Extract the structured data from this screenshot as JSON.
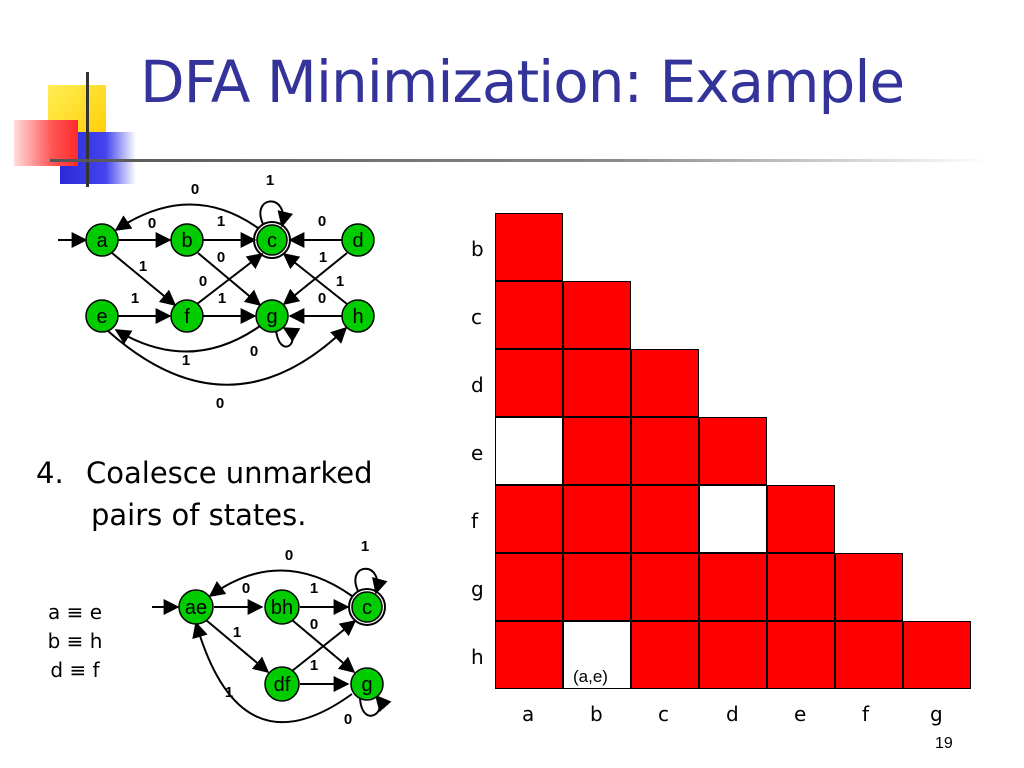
{
  "title": "DFA Minimization: Example",
  "step": {
    "number": "4.",
    "line1": "Coalesce unmarked",
    "line2": "pairs of states."
  },
  "equivalences": [
    "a ≡ e",
    "b ≡ h",
    "d ≡ f"
  ],
  "page_number": "19",
  "original_dfa": {
    "states": [
      "a",
      "b",
      "c",
      "d",
      "e",
      "f",
      "g",
      "h"
    ],
    "start_state": "a",
    "accepting_states": [
      "c"
    ],
    "transitions": [
      {
        "from": "a",
        "to": "b",
        "label": "0"
      },
      {
        "from": "a",
        "to": "f",
        "label": "1"
      },
      {
        "from": "b",
        "to": "g",
        "label": "0"
      },
      {
        "from": "b",
        "to": "c",
        "label": "1"
      },
      {
        "from": "c",
        "to": "a",
        "label": "0"
      },
      {
        "from": "c",
        "to": "c",
        "label": "1"
      },
      {
        "from": "d",
        "to": "c",
        "label": "0"
      },
      {
        "from": "d",
        "to": "g",
        "label": "1"
      },
      {
        "from": "e",
        "to": "f",
        "label": "1"
      },
      {
        "from": "e",
        "to": "h",
        "label": "0"
      },
      {
        "from": "f",
        "to": "c",
        "label": "0"
      },
      {
        "from": "f",
        "to": "g",
        "label": "1"
      },
      {
        "from": "g",
        "to": "g",
        "label": "0"
      },
      {
        "from": "g",
        "to": "e",
        "label": "1"
      },
      {
        "from": "h",
        "to": "g",
        "label": "0"
      },
      {
        "from": "h",
        "to": "c",
        "label": "1"
      }
    ],
    "edge_labels": [
      "0",
      "1",
      "0",
      "1",
      "0",
      "1",
      "0",
      "1",
      "0",
      "1",
      "1",
      "1",
      "0",
      "0",
      "1",
      "0"
    ]
  },
  "minimized_dfa": {
    "states": [
      "ae",
      "bh",
      "c",
      "df",
      "g"
    ],
    "start_state": "ae",
    "accepting_states": [
      "c"
    ],
    "edge_labels": [
      "0",
      "1",
      "0",
      "1",
      "1",
      "0",
      "1",
      "1",
      "0"
    ]
  },
  "table": {
    "row_labels": [
      "b",
      "c",
      "d",
      "e",
      "f",
      "g",
      "h"
    ],
    "col_labels": [
      "a",
      "b",
      "c",
      "d",
      "e",
      "f",
      "g"
    ],
    "marked": [
      [
        true
      ],
      [
        true,
        true
      ],
      [
        true,
        true,
        true
      ],
      [
        false,
        true,
        true,
        true
      ],
      [
        true,
        true,
        true,
        false,
        true
      ],
      [
        true,
        true,
        true,
        true,
        true,
        true
      ],
      [
        true,
        false,
        true,
        true,
        true,
        true,
        true
      ]
    ],
    "cell_note": "(a,e)",
    "colors": {
      "marked": "#ff0000",
      "unmarked": "#ffffff"
    }
  },
  "colors": {
    "title": "#333399",
    "state_fill": "#00cc00"
  }
}
